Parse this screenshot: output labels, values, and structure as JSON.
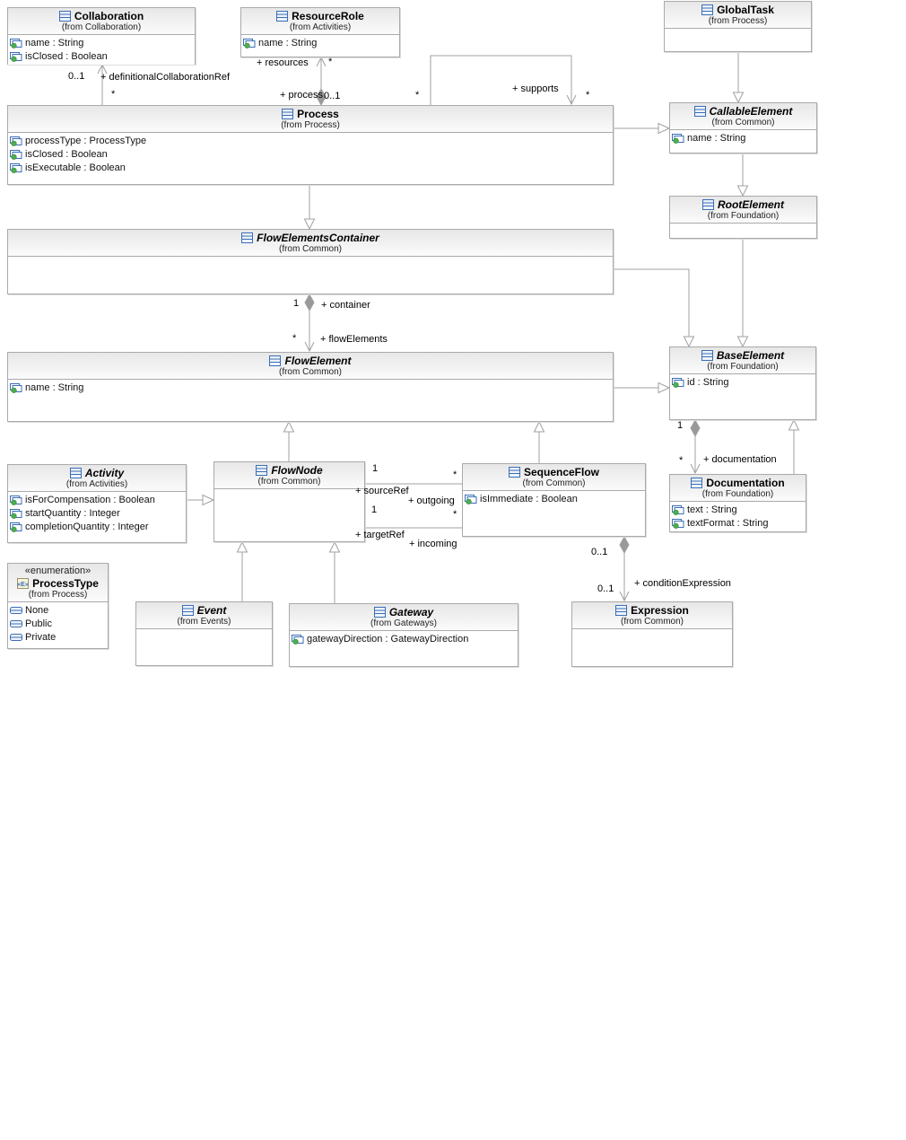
{
  "diagram": {
    "kind": "UML class diagram (BPMN metamodel)"
  },
  "colors": {
    "line": "#a0a0a0",
    "box_border": "#aaaaaa",
    "header_gradient_top": "#e7e7e7",
    "icon_blue": "#3a6db5",
    "attr_green": "#4caf50",
    "diamond_fill": "#999999"
  },
  "icons": {
    "enum_glyph": "«E»"
  },
  "classes": [
    {
      "name": "Collaboration",
      "from": "(from Collaboration)",
      "attributes": [
        "name : String",
        "isClosed : Boolean"
      ]
    },
    {
      "name": "ResourceRole",
      "from": "(from Activities)",
      "attributes": [
        "name : String"
      ]
    },
    {
      "name": "GlobalTask",
      "from": "(from Process)",
      "attributes": []
    },
    {
      "name": "Process",
      "from": "(from Process)",
      "attributes": [
        "processType : ProcessType",
        "isClosed : Boolean",
        "isExecutable : Boolean"
      ]
    },
    {
      "name": "CallableElement",
      "from": "(from Common)",
      "attributes": [
        "name : String"
      ]
    },
    {
      "name": "RootElement",
      "from": "(from Foundation)",
      "attributes": []
    },
    {
      "name": "FlowElementsContainer",
      "from": "(from Common)",
      "attributes": []
    },
    {
      "name": "FlowElement",
      "from": "(from Common)",
      "attributes": [
        "name : String"
      ]
    },
    {
      "name": "BaseElement",
      "from": "(from Foundation)",
      "attributes": [
        "id : String"
      ]
    },
    {
      "name": "Activity",
      "from": "(from Activities)",
      "attributes": [
        "isForCompensation : Boolean",
        "startQuantity : Integer",
        "completionQuantity : Integer"
      ]
    },
    {
      "name": "FlowNode",
      "from": "(from Common)",
      "attributes": []
    },
    {
      "name": "SequenceFlow",
      "from": "(from Common)",
      "attributes": [
        "isImmediate : Boolean"
      ]
    },
    {
      "name": "Documentation",
      "from": "(from Foundation)",
      "attributes": [
        "text : String",
        "textFormat : String"
      ]
    },
    {
      "name": "ProcessType",
      "from": "(from Process)",
      "stereotype": "«enumeration»",
      "literals": [
        "None",
        "Public",
        "Private"
      ]
    },
    {
      "name": "Event",
      "from": "(from Events)",
      "attributes": []
    },
    {
      "name": "Gateway",
      "from": "(from Gateways)",
      "attributes": [
        "gatewayDirection : GatewayDirection"
      ]
    },
    {
      "name": "Expression",
      "from": "(from Common)",
      "attributes": []
    }
  ],
  "associations": {
    "definitionalCollaborationRef": {
      "name": "+ definitionalCollaborationRef",
      "mult_src": "0..1",
      "mult_tgt": "*"
    },
    "resources": {
      "name": "+ resources",
      "mult": "*"
    },
    "process_role": {
      "name": "+ process",
      "mult": "0..1"
    },
    "supports": {
      "name": "+ supports",
      "mult_src": "*",
      "mult_tgt": "*"
    },
    "container": {
      "name": "+ container",
      "mult": "1"
    },
    "flowElements": {
      "name": "+ flowElements",
      "mult": "*"
    },
    "sourceRef": {
      "name": "+ sourceRef",
      "mult": "1"
    },
    "outgoing": {
      "name": "+ outgoing",
      "mult": "*"
    },
    "targetRef": {
      "name": "+ targetRef",
      "mult": "1"
    },
    "incoming": {
      "name": "+ incoming",
      "mult": "*"
    },
    "conditionExpression": {
      "name": "+ conditionExpression",
      "mult_src": "0..1",
      "mult_tgt": "0..1"
    },
    "documentation": {
      "name": "+ documentation",
      "mult_src": "1",
      "mult_tgt": "*"
    }
  }
}
